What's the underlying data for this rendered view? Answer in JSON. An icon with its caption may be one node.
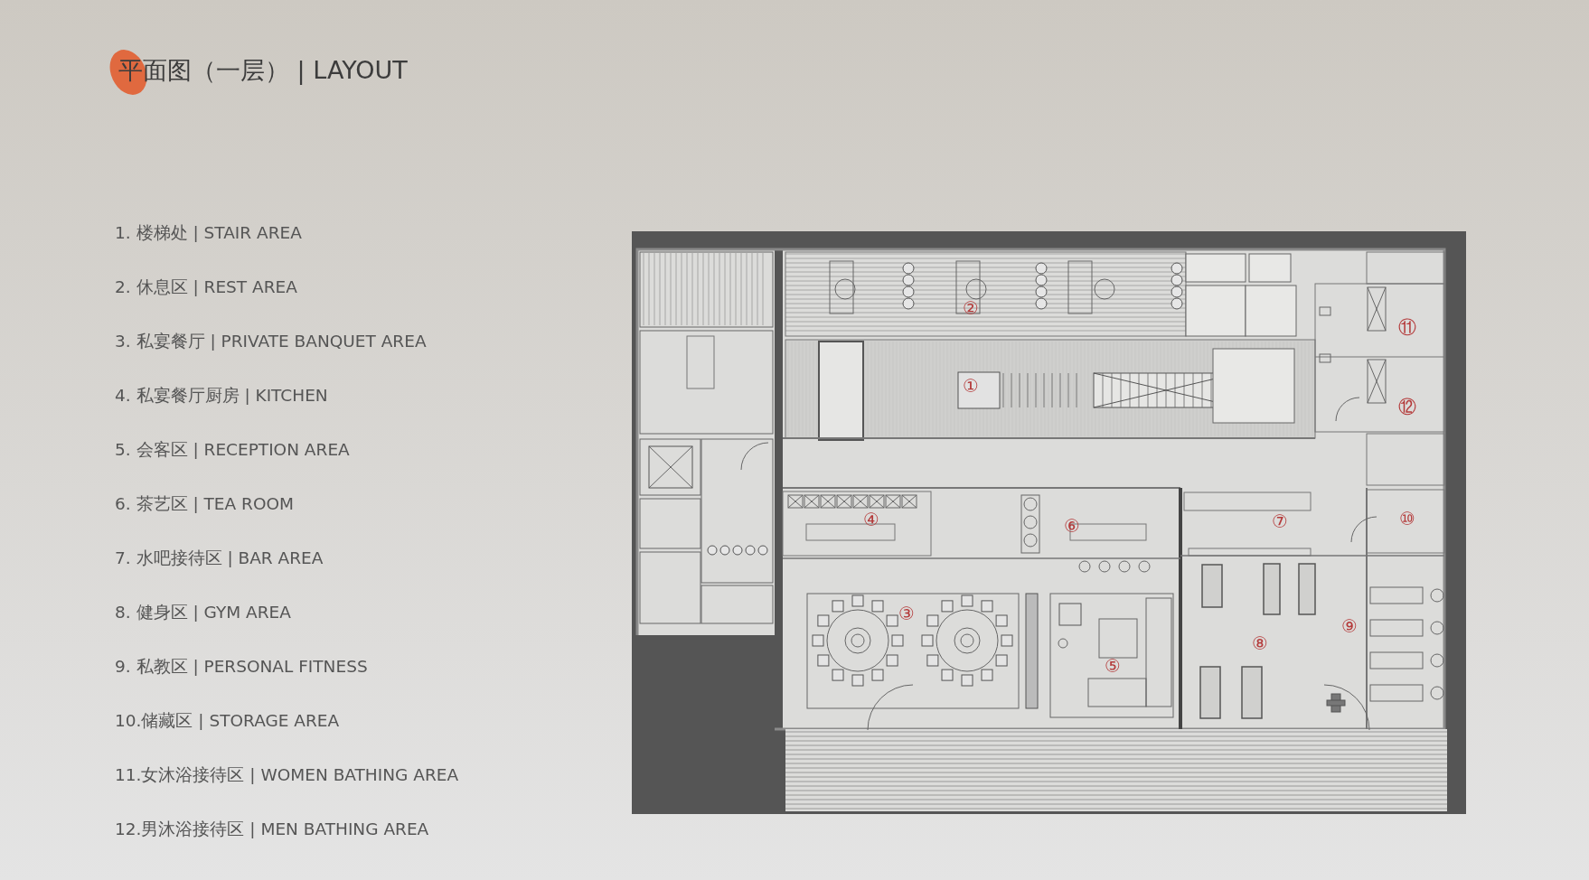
{
  "diagram": {
    "title": "平面图（一层） | LAYOUT",
    "labels": [
      "1. 楼梯处 | STAIR AREA",
      "2. 休息区 | REST AREA",
      "3. 私宴餐厅 | PRIVATE BANQUET AREA",
      "4. 私宴餐厅厨房 | KITCHEN",
      "5. 会客区 | RECEPTION AREA",
      "6. 茶艺区 | TEA ROOM",
      "7. 水吧接待区 | BAR AREA",
      "8. 健身区 | GYM AREA",
      "9. 私教区 | PERSONAL FITNESS",
      "10.储藏区 | STORAGE AREA",
      "11.女沐浴接待区 | WOMEN BATHING AREA",
      "12.男沐浴接待区 | MEN BATHING AREA",
      "①",
      "②",
      "③",
      "④",
      "⑤",
      "⑥",
      "⑦",
      "⑧",
      "⑨",
      "⑩",
      "⑪",
      "⑫"
    ]
  }
}
